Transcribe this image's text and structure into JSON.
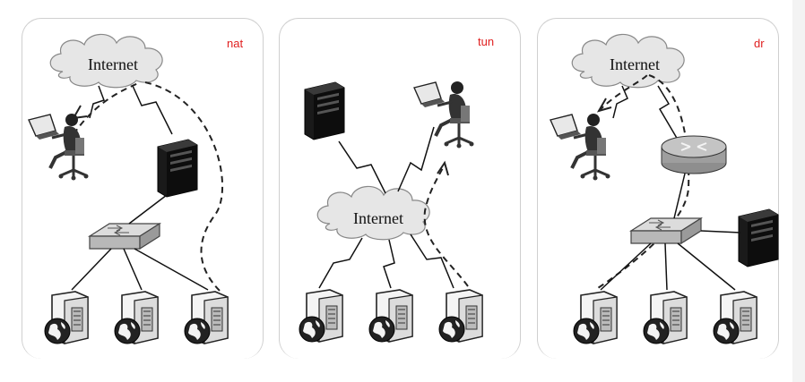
{
  "panels": [
    {
      "id": "nat",
      "mode_label": "nat",
      "cloud_label": "Internet"
    },
    {
      "id": "tun",
      "mode_label": "tun",
      "cloud_label": "Internet"
    },
    {
      "id": "dr",
      "mode_label": "dr",
      "cloud_label": "Internet"
    }
  ],
  "colors": {
    "label": "#e02020",
    "cloud_fill": "#e6e6e6",
    "router_fill": "#b8b8b8",
    "switch_fill": "#c8c8c8",
    "server_dark": "#1a1a1a",
    "panel_border": "#cfcfcf"
  },
  "icons": [
    "cloud-icon",
    "user-workstation-icon",
    "dark-server-icon",
    "switch-icon",
    "router-icon",
    "web-server-icon"
  ]
}
